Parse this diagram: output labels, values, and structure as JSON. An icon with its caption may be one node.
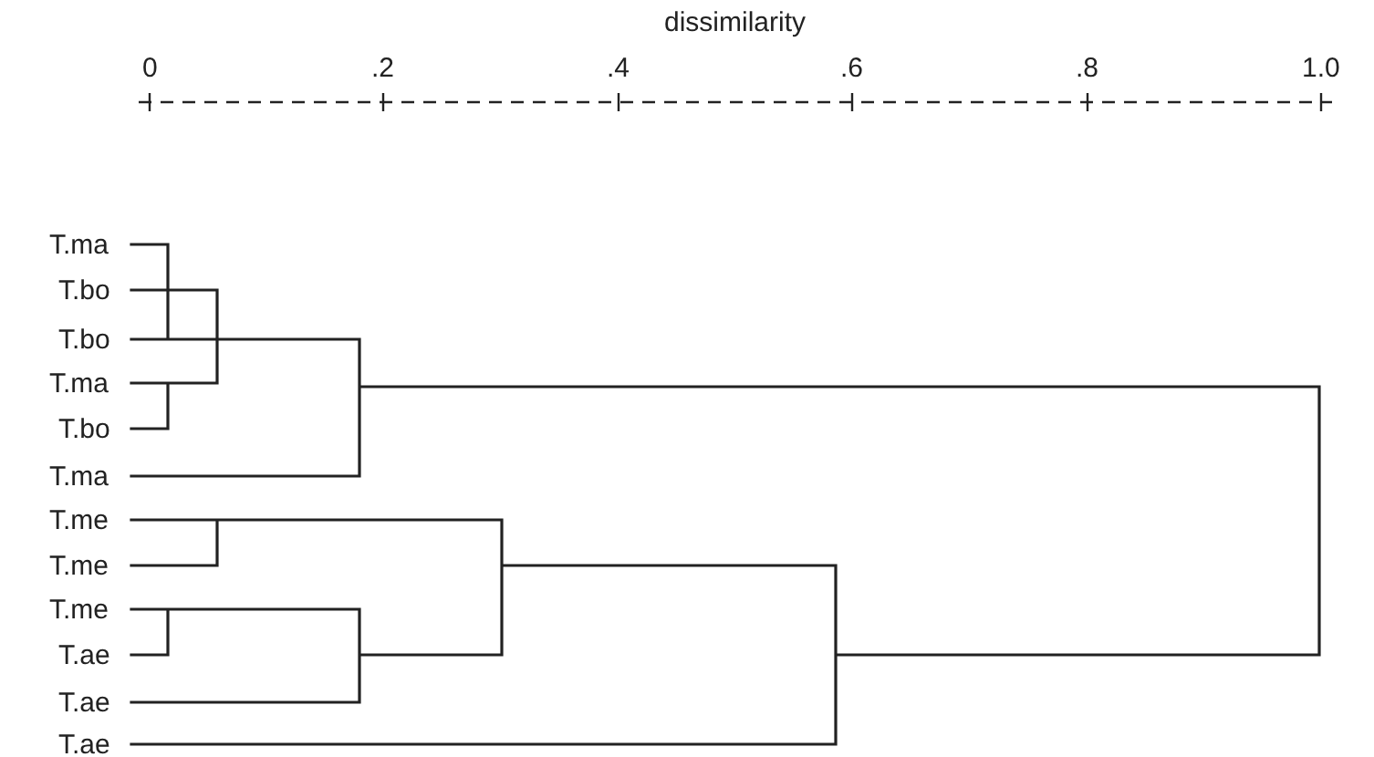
{
  "diagram": {
    "labels": [
      "dissimilarity",
      "0",
      ".2",
      ".4",
      ".6",
      ".8",
      "1.0",
      "T.ma",
      "T.bo",
      "T.bo",
      "T.ma",
      "T.bo",
      "T.ma",
      "T.me",
      "T.me",
      "T.me",
      "T.ae",
      "T.ae",
      "T.ae"
    ]
  }
}
